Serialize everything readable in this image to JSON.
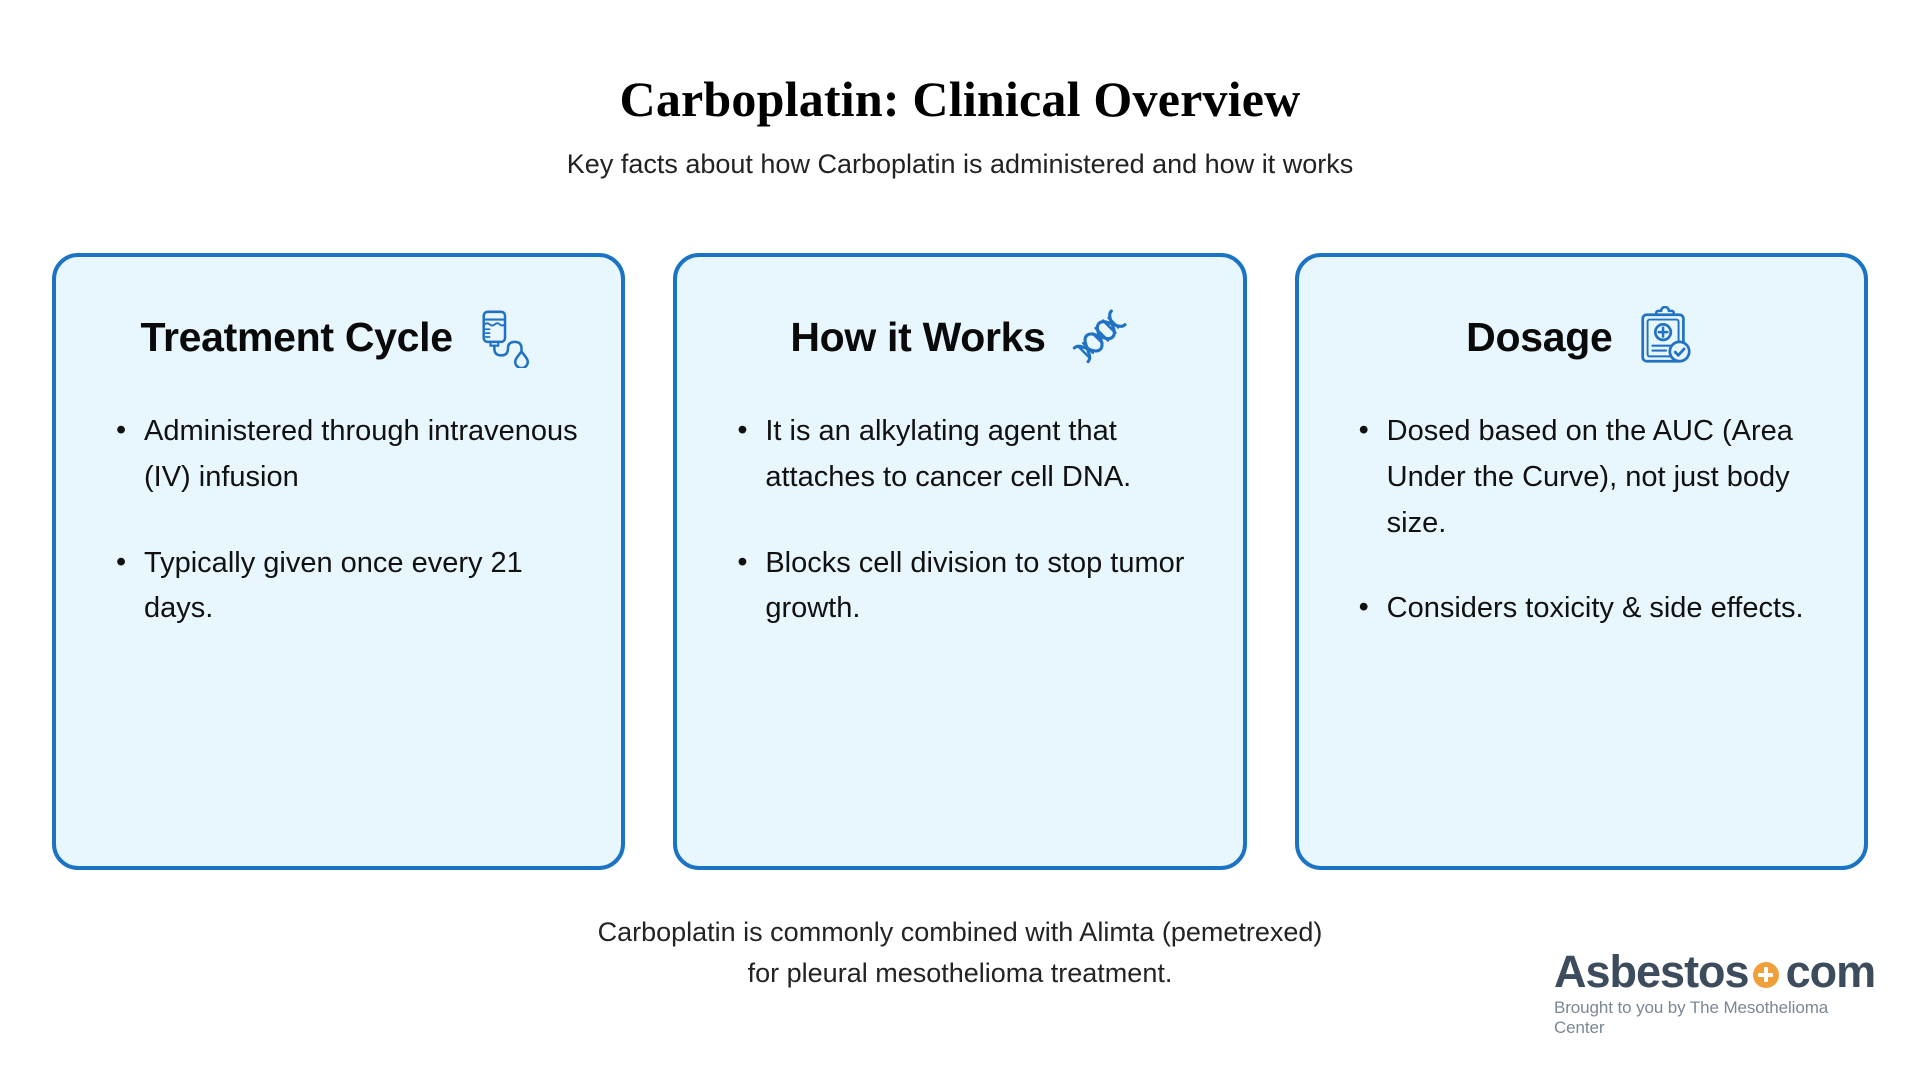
{
  "header": {
    "title": "Carboplatin: Clinical Overview",
    "subtitle": "Key facts about how Carboplatin is administered and how it works"
  },
  "colors": {
    "card_border": "#1b73c4",
    "card_background": "#e8f6fd",
    "icon_blue": "#2272c4",
    "logo_text": "#3d4c5c",
    "logo_accent": "#f0a03a",
    "page_background": "#ffffff"
  },
  "cards": [
    {
      "title": "Treatment Cycle",
      "icon": "iv-drip-icon",
      "bullets": [
        "Administered through intravenous (IV) infusion",
        "Typically given once every 21 days."
      ]
    },
    {
      "title": "How it Works",
      "icon": "dna-helix-icon",
      "bullets": [
        "It is an alkylating agent that attaches to cancer cell DNA.",
        "Blocks cell division to stop tumor growth."
      ]
    },
    {
      "title": "Dosage",
      "icon": "medical-clipboard-icon",
      "bullets": [
        "Dosed based on the AUC (Area Under the Curve), not just body size.",
        "Considers toxicity & side effects."
      ]
    }
  ],
  "footer": {
    "note_line_1": "Carboplatin is commonly combined with Alimta (pemetrexed)",
    "note_line_2": "for pleural mesothelioma treatment.",
    "logo_primary": "Asbestos",
    "logo_secondary": "com",
    "logo_tagline": "Brought to you by The Mesothelioma Center"
  }
}
